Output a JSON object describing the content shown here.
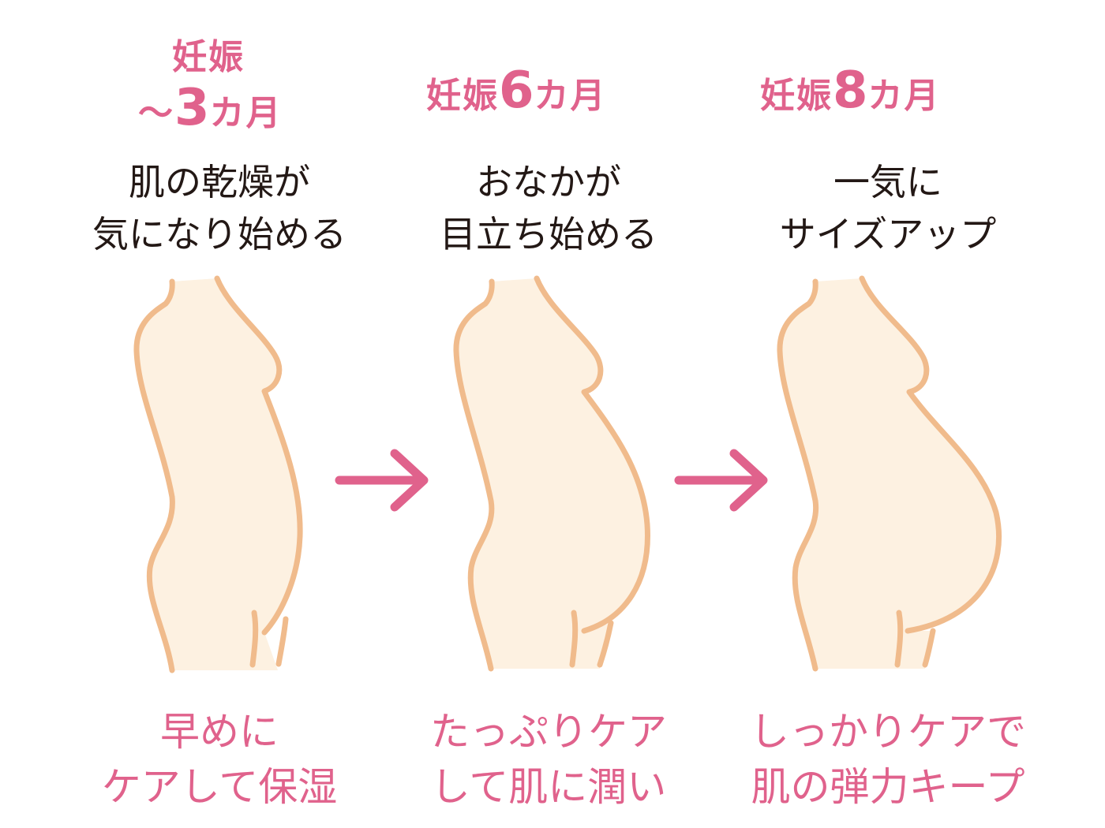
{
  "colors": {
    "accent_pink": "#e0628c",
    "text_dark": "#231815",
    "body_fill": "#fdf1e1",
    "body_outline": "#f0bb8c",
    "background": "#ffffff"
  },
  "stages": [
    {
      "title_prefix": "妊娠",
      "title_range_mark": "～",
      "title_number": "3",
      "title_unit": "カ月",
      "description_line1": "肌の乾燥が",
      "description_line2": "気になり始める",
      "advice_line1": "早めに",
      "advice_line2": "ケアして保湿",
      "figure_icon": "pregnant-body-3-months-icon"
    },
    {
      "title_prefix": "妊娠",
      "title_number": "6",
      "title_unit": "カ月",
      "description_line1": "おなかが",
      "description_line2": "目立ち始める",
      "advice_line1": "たっぷりケア",
      "advice_line2": "して肌に潤い",
      "figure_icon": "pregnant-body-6-months-icon"
    },
    {
      "title_prefix": "妊娠",
      "title_number": "8",
      "title_unit": "カ月",
      "description_line1": "一気に",
      "description_line2": "サイズアップ",
      "advice_line1": "しっかりケアで",
      "advice_line2": "肌の弾力キープ",
      "figure_icon": "pregnant-body-8-months-icon"
    }
  ],
  "arrows": [
    {
      "icon": "right-arrow-icon",
      "from": "stage-1",
      "to": "stage-2"
    },
    {
      "icon": "right-arrow-icon",
      "from": "stage-2",
      "to": "stage-3"
    }
  ]
}
